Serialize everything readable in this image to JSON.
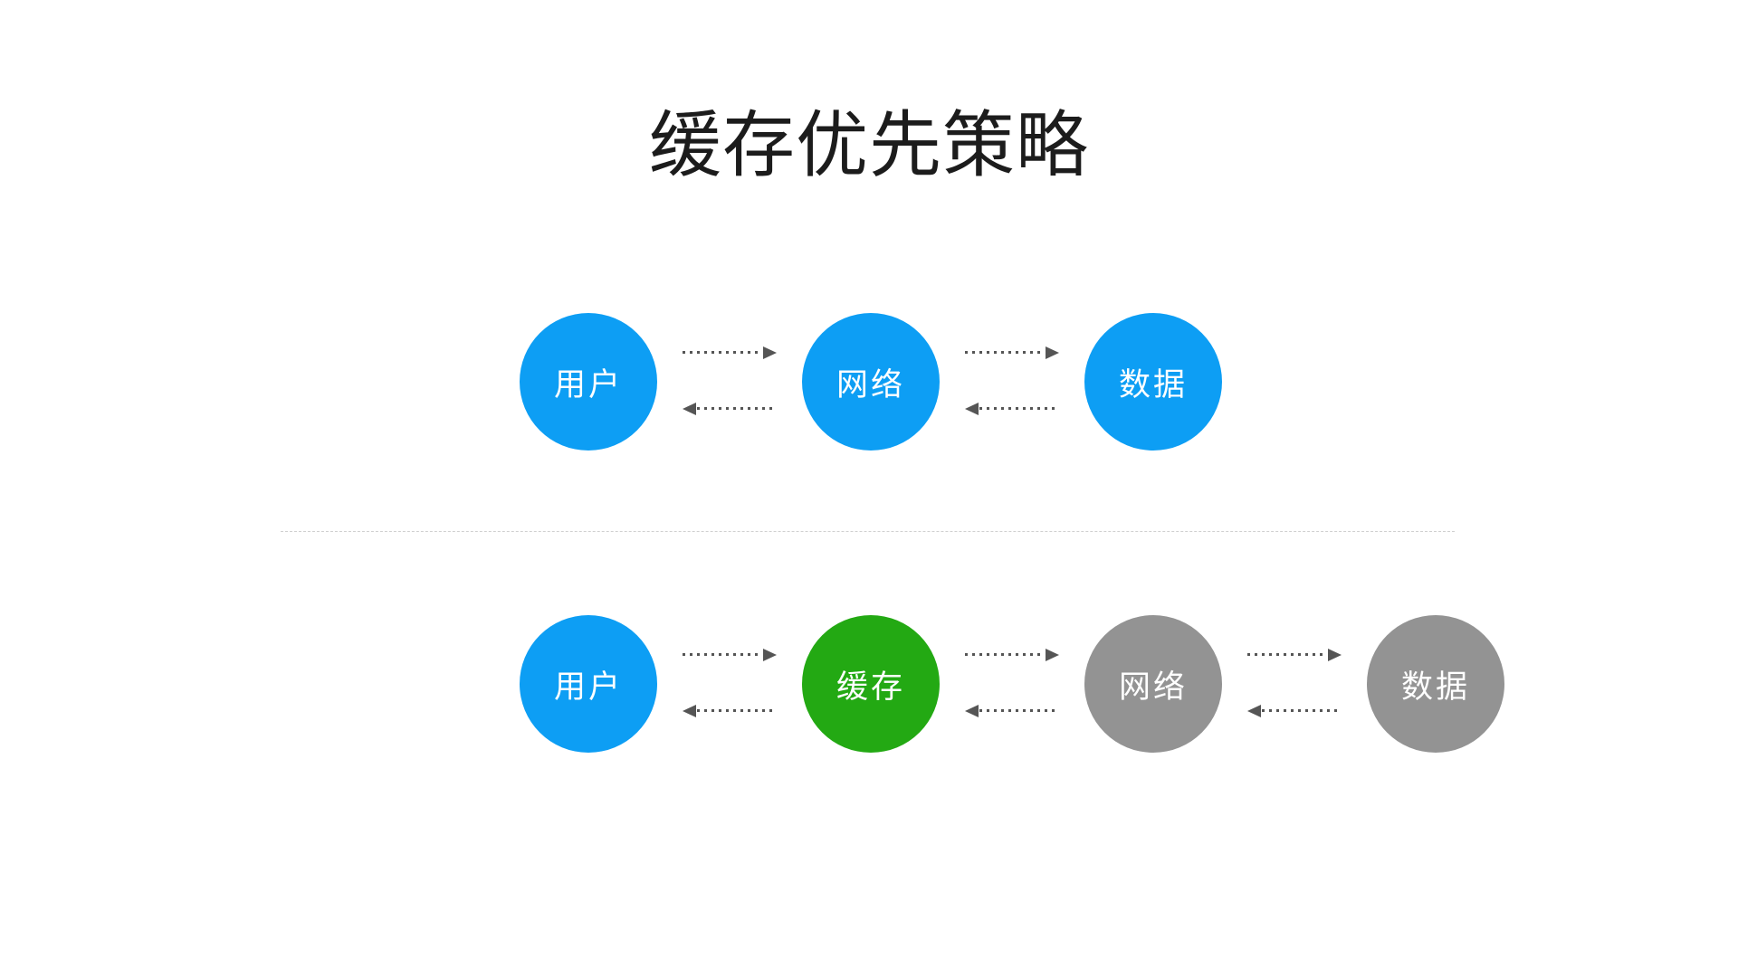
{
  "title": "缓存优先策略",
  "palette": {
    "node_blue": "#0D9EF4",
    "node_green": "#23A913",
    "node_gray": "#939393",
    "node_text_color": "#ffffff",
    "arrow_color": "#555555",
    "divider_color": "#d0d0d0",
    "title_color": "#1c1c1c",
    "background": "#ffffff"
  },
  "diagram": {
    "rows": [
      {
        "name": "network-only-flow",
        "nodes": [
          {
            "label": "用户",
            "color": "#0D9EF4"
          },
          {
            "label": "网络",
            "color": "#0D9EF4"
          },
          {
            "label": "数据",
            "color": "#0D9EF4"
          }
        ],
        "arrows": [
          {
            "from": "用户",
            "to": "网络",
            "direction": "right",
            "style": "dotted"
          },
          {
            "from": "网络",
            "to": "用户",
            "direction": "left",
            "style": "dotted"
          },
          {
            "from": "网络",
            "to": "数据",
            "direction": "right",
            "style": "dotted"
          },
          {
            "from": "数据",
            "to": "网络",
            "direction": "left",
            "style": "dotted"
          }
        ]
      },
      {
        "name": "cache-first-flow",
        "nodes": [
          {
            "label": "用户",
            "color": "#0D9EF4"
          },
          {
            "label": "缓存",
            "color": "#23A913"
          },
          {
            "label": "网络",
            "color": "#939393"
          },
          {
            "label": "数据",
            "color": "#939393"
          }
        ],
        "arrows": [
          {
            "from": "用户",
            "to": "缓存",
            "direction": "right",
            "style": "dotted"
          },
          {
            "from": "缓存",
            "to": "用户",
            "direction": "left",
            "style": "dotted"
          },
          {
            "from": "缓存",
            "to": "网络",
            "direction": "right",
            "style": "dotted"
          },
          {
            "from": "网络",
            "to": "缓存",
            "direction": "left",
            "style": "dotted"
          },
          {
            "from": "网络",
            "to": "数据",
            "direction": "right",
            "style": "dotted"
          },
          {
            "from": "数据",
            "to": "网络",
            "direction": "left",
            "style": "dotted"
          }
        ]
      }
    ]
  }
}
